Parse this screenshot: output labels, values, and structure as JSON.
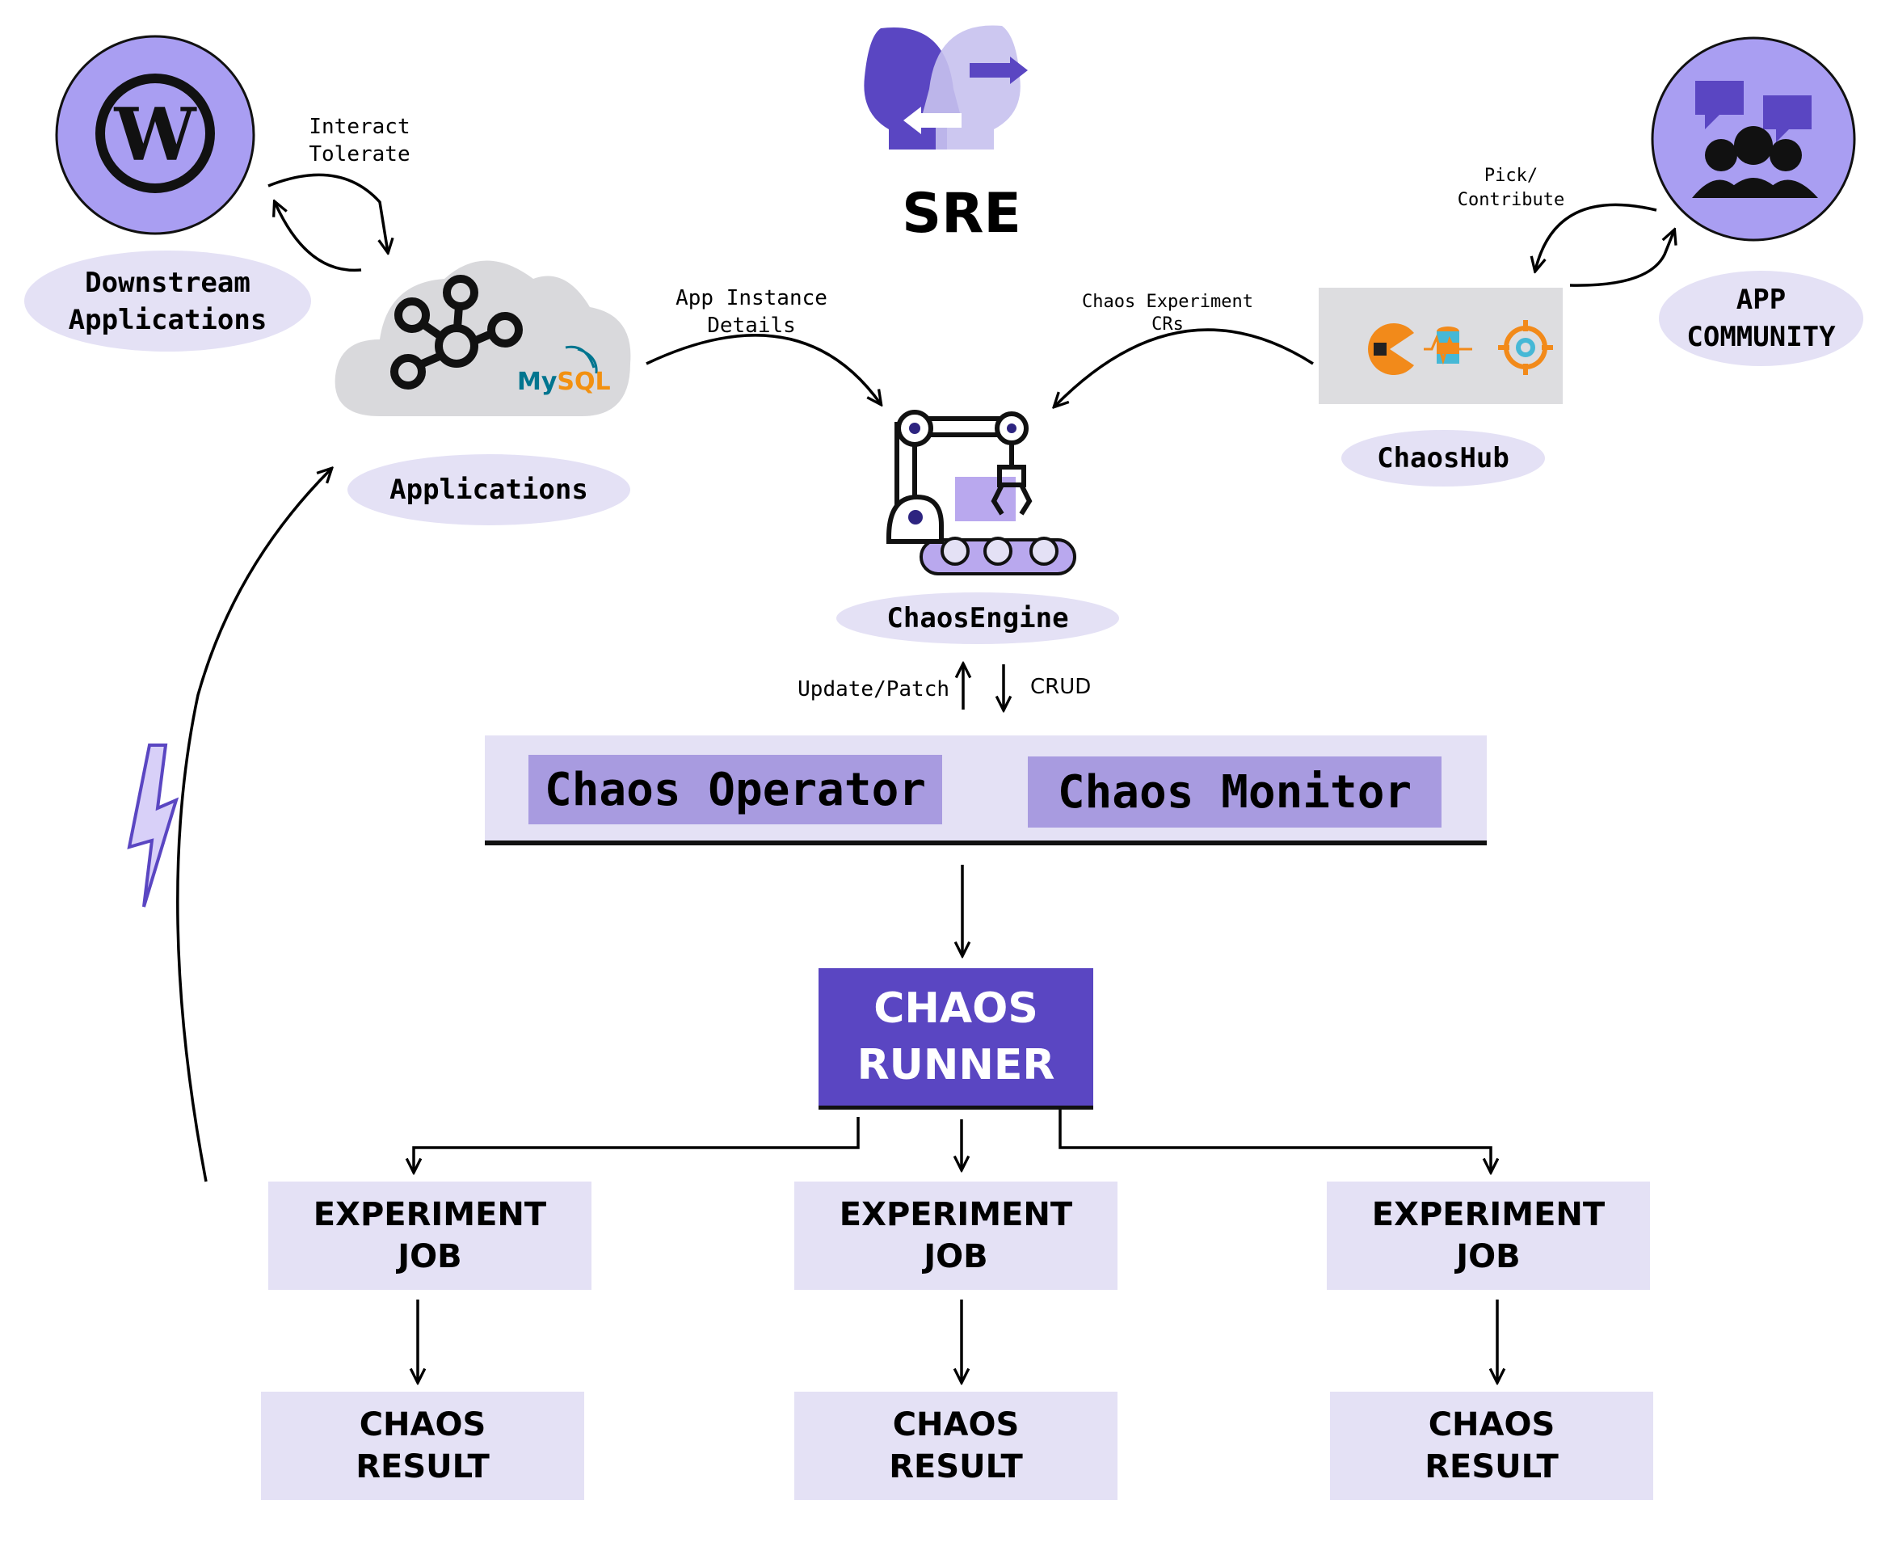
{
  "header": {
    "title": "SRE"
  },
  "nodes": {
    "downstream": "Downstream\nApplications",
    "applications": "Applications",
    "mysql_logo": {
      "my": "My",
      "sql": "SQL"
    },
    "chaos_engine": "ChaosEngine",
    "chaos_hub": "ChaosHub",
    "app_community": "APP\nCOMMUNITY",
    "chaos_operator": "Chaos Operator",
    "chaos_monitor": "Chaos Monitor",
    "chaos_runner": "CHAOS\nRUNNER"
  },
  "edge_labels": {
    "interact_tolerate": "Interact\nTolerate",
    "app_instance": "App Instance\nDetails",
    "chaos_experiment": "Chaos Experiment\nCRs",
    "pick_contribute": "Pick/\nContribute",
    "update_patch": "Update/Patch",
    "crud": "CRUD"
  },
  "jobs": [
    {
      "label": "EXPERIMENT\nJOB",
      "result": "CHAOS\nRESULT"
    },
    {
      "label": "EXPERIMENT\nJOB",
      "result": "CHAOS\nRESULT"
    },
    {
      "label": "EXPERIMENT\nJOB",
      "result": "CHAOS\nRESULT"
    }
  ],
  "icons": [
    "wordpress-icon",
    "kafka-icon",
    "mysql-icon",
    "sre-heads-icon",
    "robot-arm-icon",
    "community-icon",
    "pacman-icon",
    "database-pulse-icon",
    "target-gear-icon",
    "lightning-icon"
  ],
  "colors": {
    "accent": "#5a46c2",
    "light": "#e4e1f5",
    "mid": "#a89be0",
    "circle": "#a99ef2"
  }
}
